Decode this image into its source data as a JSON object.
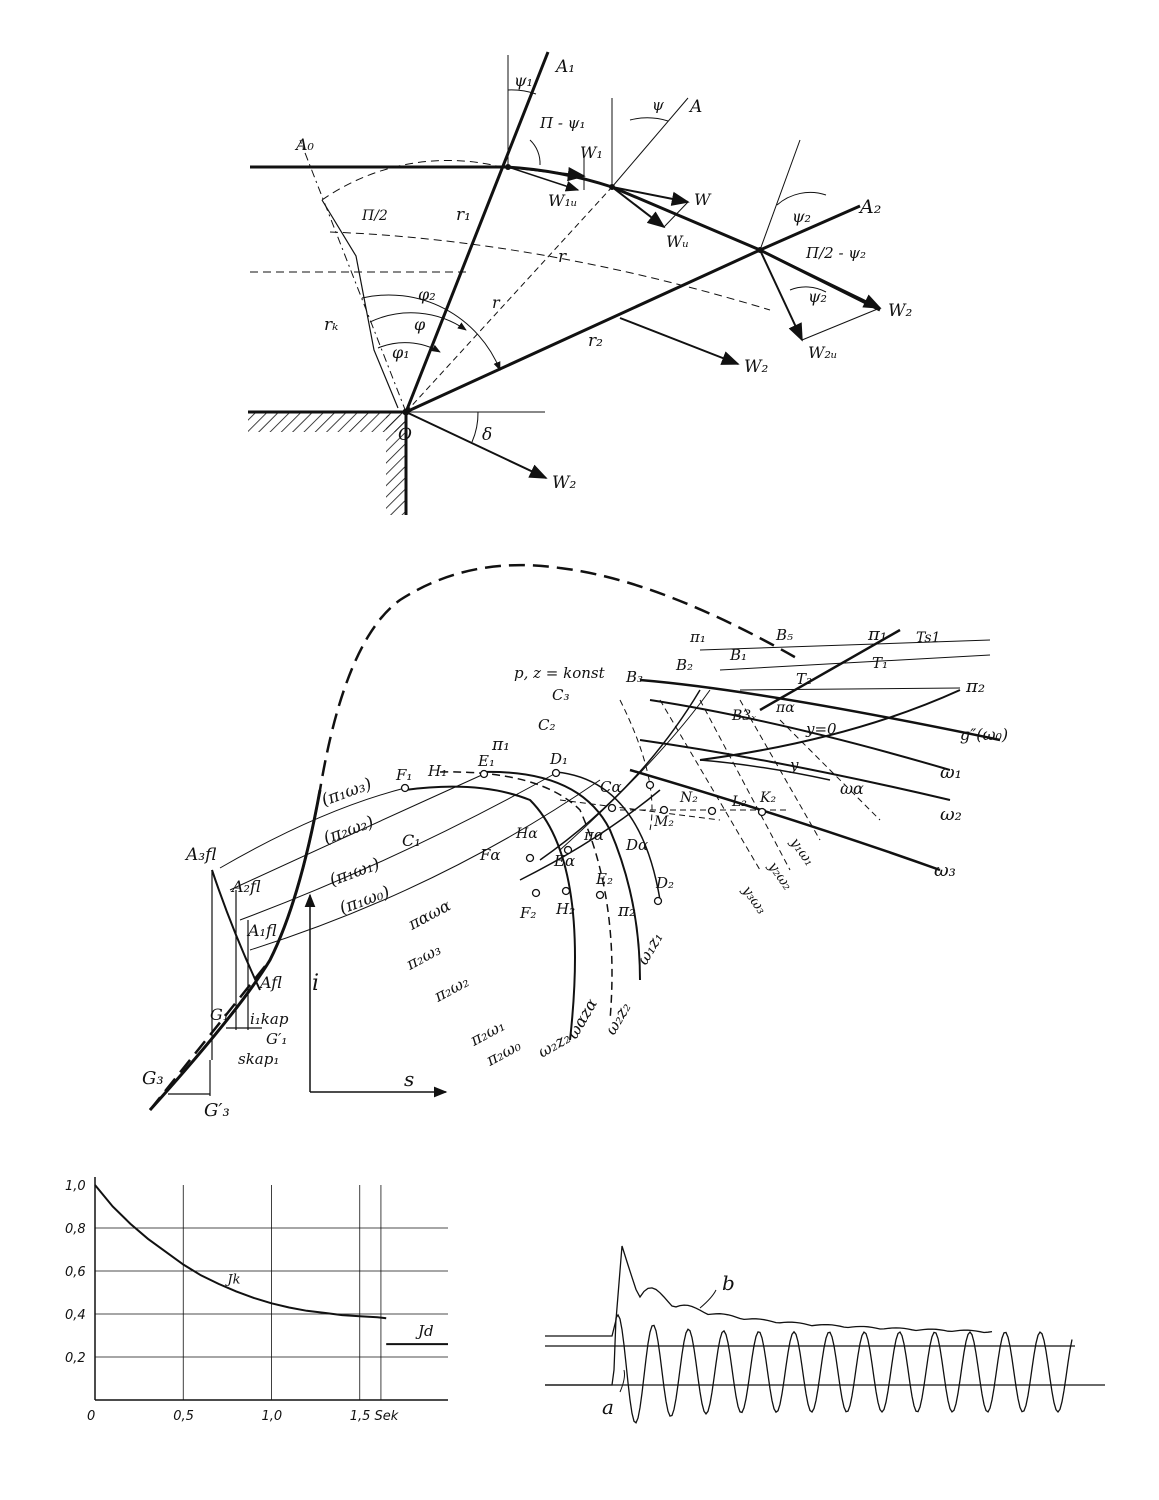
{
  "fig1": {
    "labels": {
      "A1": "A₁",
      "psi1": "ψ₁",
      "pi_psi1": "Π - ψ₁",
      "psi": "ψ",
      "A": "A",
      "W1": "W₁",
      "A0": "A₀",
      "pi2": "Π/2",
      "r1": "r₁",
      "W1u": "W₁ᵤ",
      "W": "W",
      "Wu": "Wᵤ",
      "r_big": "r",
      "psi2a": "ψ₂",
      "A2": "A₂",
      "pi_psi2": "Π/2 - ψ₂",
      "rk": "rₖ",
      "phi2": "φ₂",
      "phi": "φ",
      "r_small": "r",
      "psi2b": "ψ₂",
      "W2a": "W₂",
      "phi1": "φ₁",
      "r2": "r₂",
      "W2b": "W₂",
      "W2u": "W₂ᵤ",
      "O": "O",
      "delta": "δ",
      "W2c": "W₂"
    }
  },
  "fig2": {
    "labels": {
      "pi1_top": "π₁",
      "Ts1": "Ts1",
      "pi1b": "π₁",
      "B5": "B₅",
      "B1": "B₁",
      "T1": "T₁",
      "B2": "B₂",
      "p_z_konst": "p, z = konst",
      "B3": "B₃",
      "T2": "T₂",
      "pi2_right": "π₂",
      "C3": "C₃",
      "pi_alpha": "πα",
      "B3x": "B3ₓ",
      "y0": "y=0",
      "g_omega0": "g″(ω₀)",
      "pi1_mid": "π₁",
      "C2": "C₂",
      "E1": "E₁",
      "D1": "D₁",
      "F1": "F₁",
      "H1": "H₁",
      "y": "y",
      "omega1": "ω₁",
      "C_alpha": "Cα",
      "omega_alpha": "ωα",
      "N2": "N₂",
      "L2": "L₂",
      "K2": "K₂",
      "M2": "M₂",
      "omega2": "ω₂",
      "y1w1": "y₁ω₁",
      "y2w2": "y₂ω₂",
      "y3w3": "y₃ω₃",
      "omega3": "ω₃",
      "p1w3": "(π₁ω₃)",
      "p2w2": "(π₂ω₂)",
      "p1w1": "(π₁ω₁)",
      "p1w0": "(π₁ω₀)",
      "C1": "C₁",
      "H_alpha": "Hα",
      "pi_alpha2": "πα",
      "D_alpha": "Dα",
      "F_alpha": "Fα",
      "E_alpha": "Eα",
      "E2": "E₂",
      "D2": "D₂",
      "F2": "F₂",
      "H2": "H₂",
      "pi2_lower": "π₂",
      "A3fl": "A₃fl",
      "A2fl": "A₂fl",
      "A1fl": "A₁fl",
      "Afl": "Afl",
      "pawa": "παωα",
      "p2w3": "π₂ω₃",
      "p2w2b": "π₂ω₂",
      "p2w1": "π₂ω₁",
      "p2w0": "π₂ω₀",
      "w1z1": "ω₁z₁",
      "w2z2": "ω₂z₂",
      "wazA": "ωαzα",
      "w2z2b": "ω₂z₂",
      "i_axis": "i",
      "s_axis": "s",
      "G1": "G₁",
      "i1kap": "i₁kap",
      "G1p": "G′₁",
      "skap1": "skap₁",
      "G3": "G₃",
      "G3p": "G′₃"
    }
  },
  "chart_data": {
    "type": "line",
    "title": "",
    "xlabel": "",
    "ylabel": "",
    "xlim": [
      0,
      2.0
    ],
    "ylim": [
      0,
      1.0
    ],
    "grid": true,
    "x_ticks": [
      "0",
      "0,5",
      "1,0",
      "1,5 Sek"
    ],
    "y_ticks": [
      "0,2",
      "0,4",
      "0,6",
      "0,8",
      "1,0"
    ],
    "series": [
      {
        "name": "Jk",
        "x": [
          0,
          0.1,
          0.2,
          0.3,
          0.4,
          0.5,
          0.6,
          0.7,
          0.8,
          0.9,
          1.0,
          1.1,
          1.2,
          1.3,
          1.4,
          1.5,
          1.6,
          1.65
        ],
        "y": [
          1.0,
          0.9,
          0.82,
          0.75,
          0.69,
          0.63,
          0.58,
          0.54,
          0.505,
          0.475,
          0.45,
          0.43,
          0.415,
          0.405,
          0.395,
          0.39,
          0.385,
          0.38
        ]
      },
      {
        "name": "Jd",
        "x": [
          1.65,
          2.0
        ],
        "y": [
          0.26,
          0.26
        ]
      }
    ]
  },
  "fig4": {
    "labels": {
      "b": "b",
      "a": "a"
    }
  }
}
